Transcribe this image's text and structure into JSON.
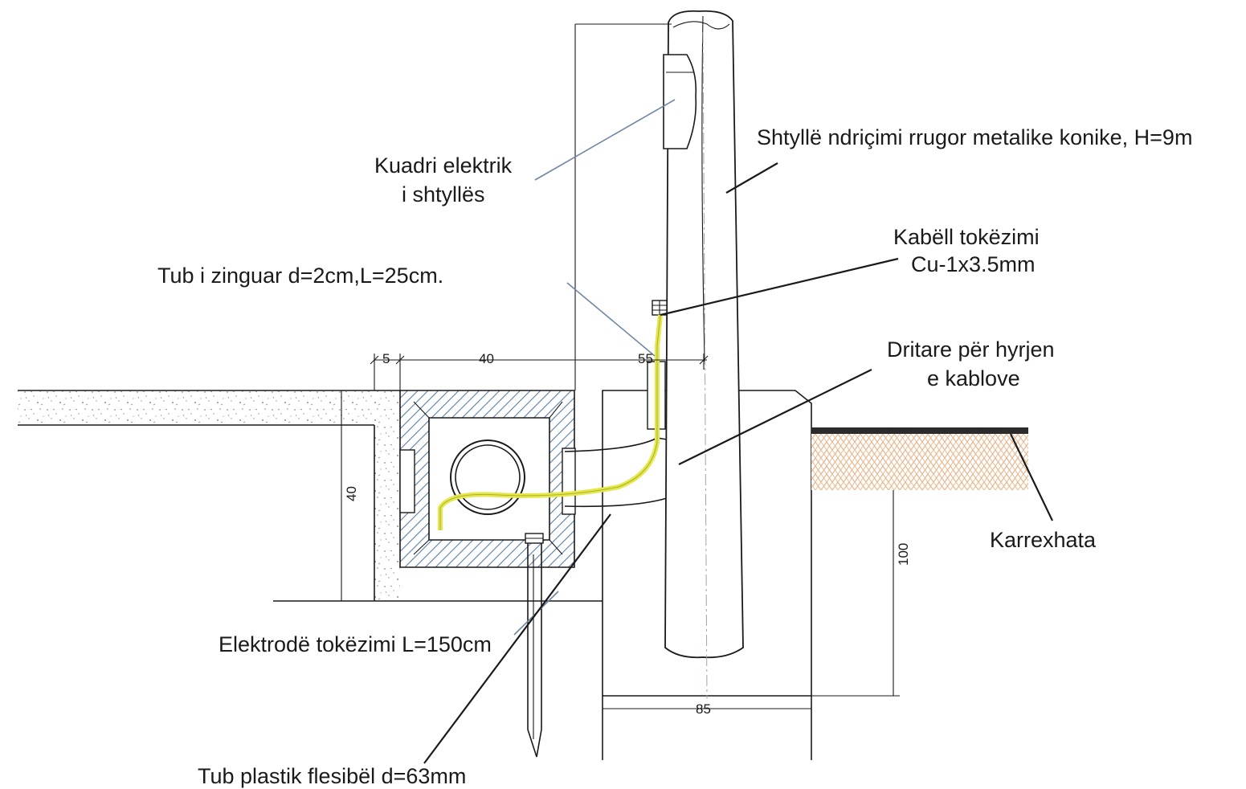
{
  "colors": {
    "line": "#1a1a1a",
    "cable": "#e4e84a",
    "hatch": "#5a7fa6",
    "gravel": "#8c8c8c",
    "soil": "#e7b48a",
    "asphalt": "#2b2b2b"
  },
  "labels": {
    "pole": "Shtyllë ndriçimi rrugor metalike konike, H=9m",
    "panel_line1": "Kuadri elektrik",
    "panel_line2": "i shtyllës",
    "earth_cable_line1": "Kabëll tokëzimi",
    "earth_cable_line2": "Cu-1x3.5mm",
    "zinc_tube": "Tub i zinguar d=2cm,L=25cm.",
    "cable_window_line1": "Dritare për hyrjen",
    "cable_window_line2": "e kablove",
    "curb": "Karrexhata",
    "electrode": "Elektrodë tokëzimi L=150cm",
    "flex_tube": "Tub plastik flesibël d=63mm"
  },
  "dimensions": {
    "d5": "5",
    "d40_top": "40",
    "d55": "55",
    "d40_side": "40",
    "d100": "100",
    "d85": "85"
  }
}
